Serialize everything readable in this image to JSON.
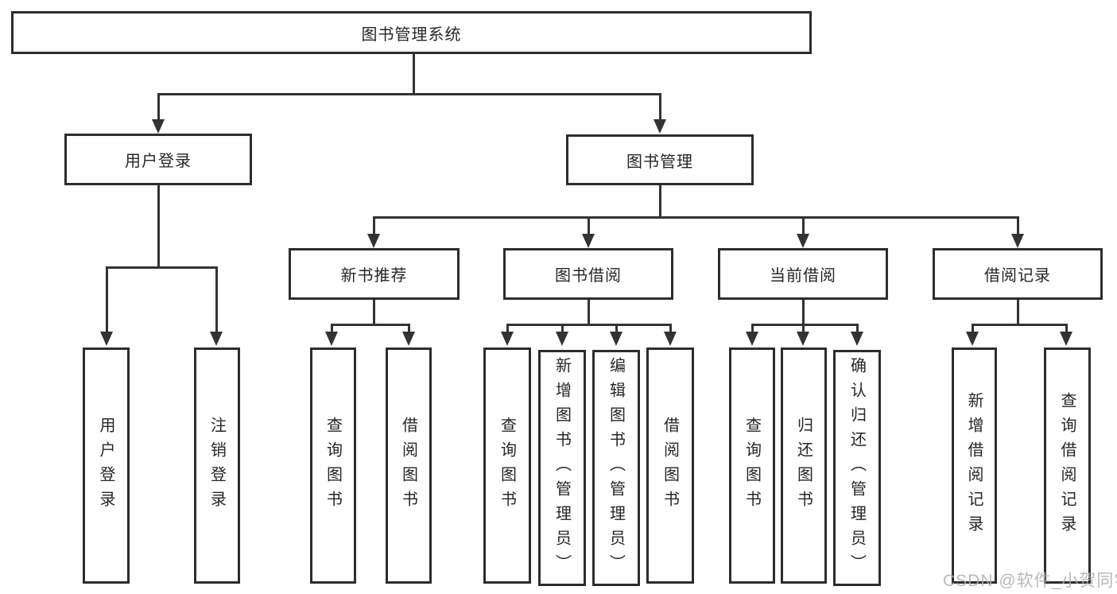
{
  "colors": {
    "line": "#333333",
    "border": "#2d2d2d",
    "text": "#262626",
    "background": "#ffffff",
    "watermark": "#adadad"
  },
  "watermark": {
    "text": "CSDN @软件_小贺同学"
  },
  "tree": {
    "root": {
      "label": "图书管理系统"
    },
    "branches": [
      {
        "label": "用户登录",
        "children": [
          {
            "label": "用户登录"
          },
          {
            "label": "注销登录"
          }
        ]
      },
      {
        "label": "图书管理",
        "children": [
          {
            "label": "新书推荐",
            "children": [
              {
                "label": "查询图书"
              },
              {
                "label": "借阅图书"
              }
            ]
          },
          {
            "label": "图书借阅",
            "children": [
              {
                "label": "查询图书"
              },
              {
                "label": "新增图书（管理员）"
              },
              {
                "label": "编辑图书（管理员）"
              },
              {
                "label": "借阅图书"
              }
            ]
          },
          {
            "label": "当前借阅",
            "children": [
              {
                "label": "查询图书"
              },
              {
                "label": "归还图书"
              },
              {
                "label": "确认归还（管理员）"
              }
            ]
          },
          {
            "label": "借阅记录",
            "children": [
              {
                "label": "新增借阅记录"
              },
              {
                "label": "查询借阅记录"
              }
            ]
          }
        ]
      }
    ]
  }
}
